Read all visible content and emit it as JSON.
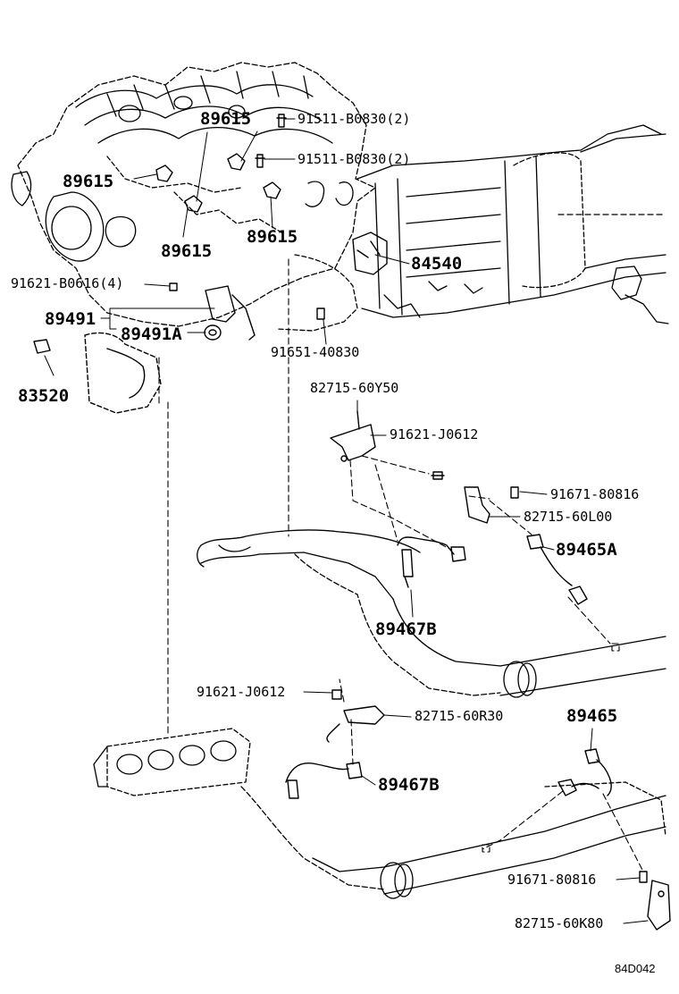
{
  "labels": {
    "p89615_a": "89615",
    "p91511_a": "91511-B0830(2)",
    "p91511_b": "91511-B0830(2)",
    "p89615_b": "89615",
    "p89615_c": "89615",
    "p89615_d": "89615",
    "p84540": "84540",
    "p91621_b0616": "91621-B0616(4)",
    "p89491": "89491",
    "p89491a": "89491A",
    "p91651": "91651-40830",
    "p83520": "83520",
    "p82715_60y50": "82715-60Y50",
    "p91621_j0612_a": "91621-J0612",
    "p91671_a": "91671-80816",
    "p82715_60l00": "82715-60L00",
    "p89465a": "89465A",
    "p89467b_a": "89467B",
    "p91621_j0612_b": "91621-J0612",
    "p82715_60r30": "82715-60R30",
    "p89465": "89465",
    "p89467b_b": "89467B",
    "p91671_b": "91671-80816",
    "p82715_60k80": "82715-60K80",
    "ref_code": "84D042"
  }
}
